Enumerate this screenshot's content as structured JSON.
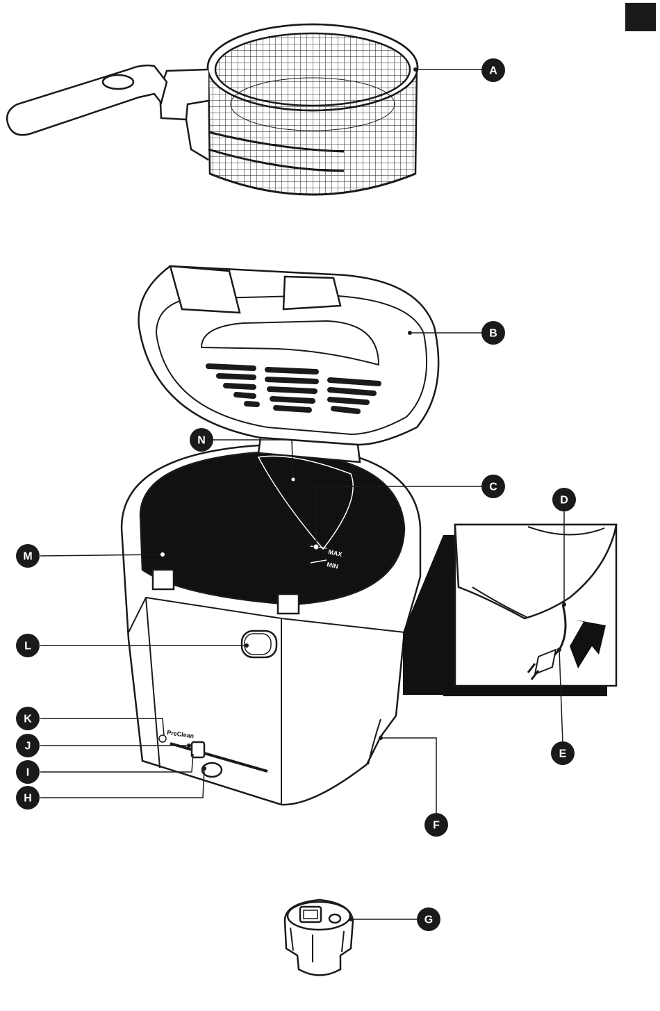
{
  "colors": {
    "line": "#1a1a1a",
    "fill_dark": "#111111",
    "paper": "#ffffff",
    "badge": "#1a1a1a"
  },
  "labels": {
    "A": "A",
    "B": "B",
    "C": "C",
    "D": "D",
    "E": "E",
    "F": "F",
    "G": "G",
    "H": "H",
    "I": "I",
    "J": "J",
    "K": "K",
    "L": "L",
    "M": "M",
    "N": "N"
  },
  "markings": {
    "max": "MAX",
    "min": "MIN",
    "preclean": "PreClean"
  },
  "corner_tab": "dark-square-tab",
  "icons": [
    "arrow-icon",
    "plug-icon"
  ]
}
